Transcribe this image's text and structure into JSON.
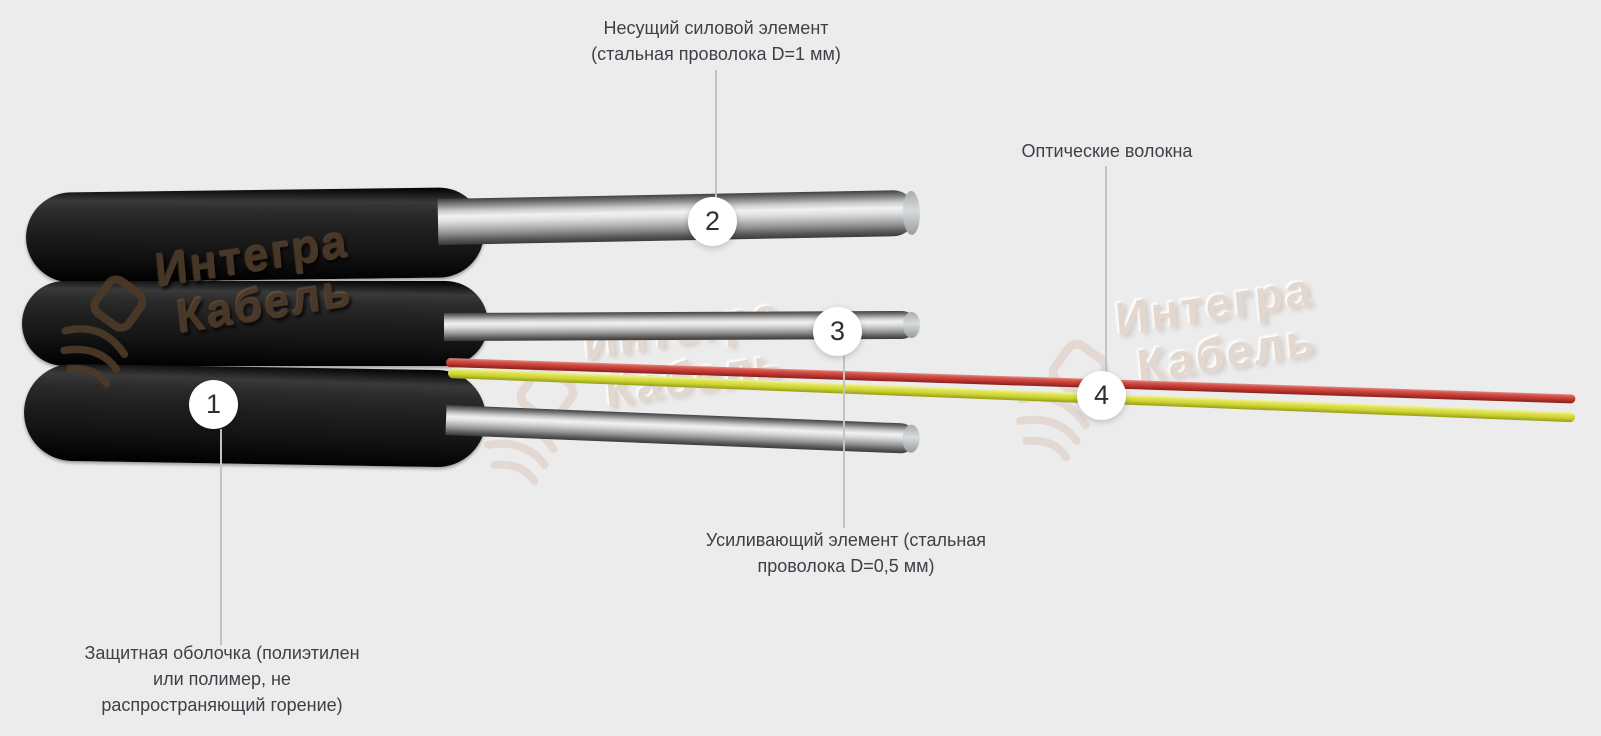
{
  "background": "#ececec",
  "watermark": {
    "line1": "Интегра",
    "line2": "Кабель"
  },
  "callouts": {
    "sheath": {
      "number": "1",
      "lines": [
        "Защитная оболочка (полиэтилен",
        "или полимер, не",
        "распространяющий горение)"
      ]
    },
    "messenger": {
      "number": "2",
      "lines": [
        "Несущий силовой элемент",
        "(стальная проволока D=1 мм)"
      ]
    },
    "strength": {
      "number": "3",
      "lines": [
        "Усиливающий элемент (стальная",
        "проволока D=0,5 мм)"
      ]
    },
    "fibers": {
      "number": "4",
      "lines": [
        "Оптические волокна"
      ]
    }
  },
  "colors": {
    "background": "#ececec",
    "sheath_black": "#1a1a1a",
    "steel_wire": "#d6d6d6",
    "fiber_red": "#c23a33",
    "fiber_yellow": "#ccd334",
    "label_text": "#3e3f47",
    "leader_line": "#c3c3c3",
    "badge_background": "#ffffff",
    "watermark_light": "#e3d8d0",
    "watermark_dark": "#4c3a28"
  }
}
